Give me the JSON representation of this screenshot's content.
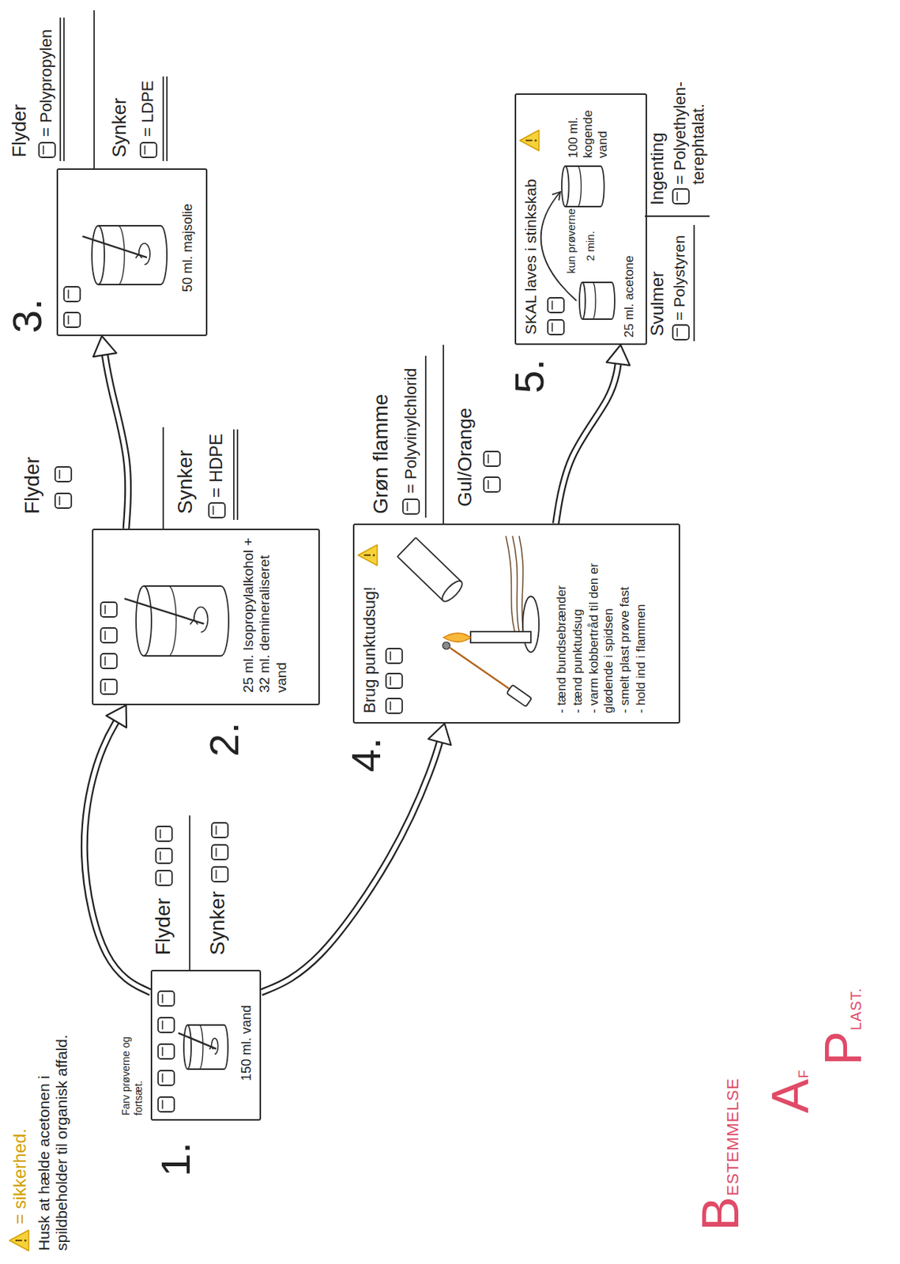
{
  "diagram": {
    "nodes": [
      {
        "text": [
          "1.",
          "Farv prøverne og fortsæt.",
          "150 ml. vand"
        ]
      },
      {
        "text": [
          "2.",
          "25 ml. Isopropylalkohol + 32 ml. demineraliseret vand"
        ]
      },
      {
        "text": [
          "3.",
          "50 ml. majsolie"
        ]
      },
      {
        "text": [
          "4.",
          "Brug punktudsug!",
          "- tænd bundsebrænder",
          "- tænd punktudsug",
          "- varm kobbertråd til den er glødende i spidsen",
          "- smelt plast prøve fast",
          "- hold ind i flammen"
        ]
      },
      {
        "text": [
          "5.",
          "SKAL laves i stinkskab",
          "kun prøverne",
          "2 min.",
          "25 ml. acetone",
          "100 ml. kogende vand"
        ]
      }
    ],
    "edges": [
      {
        "from": 0,
        "to": 1,
        "arrow": "to"
      },
      {
        "from": 0,
        "to": 3,
        "arrow": "to"
      },
      {
        "from": 1,
        "to": 2,
        "arrow": "to"
      },
      {
        "from": 3,
        "to": 4,
        "arrow": "to"
      }
    ],
    "labels": [
      "Husk at hælde acetonen i spildbeholder til organisk affald.",
      "Flyder",
      "Synker",
      "Flyder",
      "Synker",
      "= HDPE",
      "Flyder",
      "= Polypropylen",
      "Synker",
      "= LDPE",
      "Grøn flamme",
      "= Polyvinylchlorid",
      "Gul/Orange",
      "Svulmer",
      "= Polystyren",
      "Ingenting",
      "= Polyethylen-terephtalat.",
      "BESTEMMELSE",
      "AF",
      "PLAST."
    ],
    "legend": [
      {
        "text": "= sikkerhed."
      }
    ]
  }
}
